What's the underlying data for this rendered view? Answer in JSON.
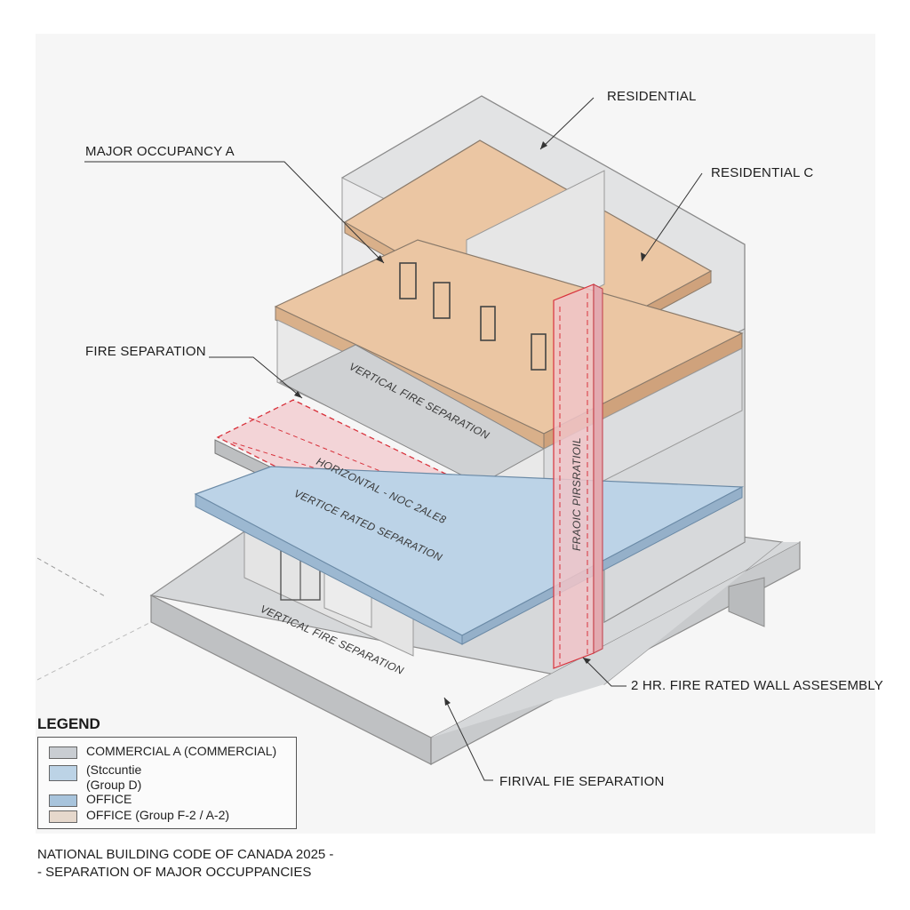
{
  "callouts": {
    "residential": "RESIDENTIAL",
    "residential_c": "RESIDENTIAL C",
    "major_occupancy_a": "MAJOR OCCUPANCY A",
    "fire_separation": "FIRE SEPARATION",
    "wall_assembly": "2 HR. FIRE RATED WALL ASSESEMBLY",
    "firival_separation": "FIRIVAL FIE SEPARATION"
  },
  "diagram_labels": {
    "vertical_fire_sep_upper": "VERTICAL FIRE SEPARATION",
    "horizontal_band": "HORIZONTAL - NOC 2ALE8",
    "rated_separation": "VERTICE RATED SEPARATION",
    "vertical_fire_sep_ground": "VERTICAL FIRE SEPARATION",
    "fire_wall_vertical": "FRAOIC PIRSRATIOIL"
  },
  "legend": {
    "title": "LEGEND",
    "items": [
      {
        "label": "COMMERCIAL A (COMMERCIAL)",
        "color": "#c9cdd2"
      },
      {
        "label": "(Stccuntie",
        "color": "#bcd3e6"
      },
      {
        "label": "(Group D)",
        "color": ""
      },
      {
        "label": "OFFICE",
        "color": "#a8c4dc"
      },
      {
        "label": "OFFICE (Group F-2 / A-2)",
        "color": "#e6d8cc"
      }
    ]
  },
  "footer": {
    "line1": "NATIONAL BUILDING CODE OF CANADA  2025 -",
    "line2": "- SEPARATION OF MAJOR OCCUPPANCIES"
  },
  "colors": {
    "residential_floor": "#e9c3a0",
    "office_floor": "#b9d2e6",
    "concrete": "#d4d6d8",
    "fire_wall": "#f0c4c8",
    "fire_dash": "#d8323c"
  }
}
